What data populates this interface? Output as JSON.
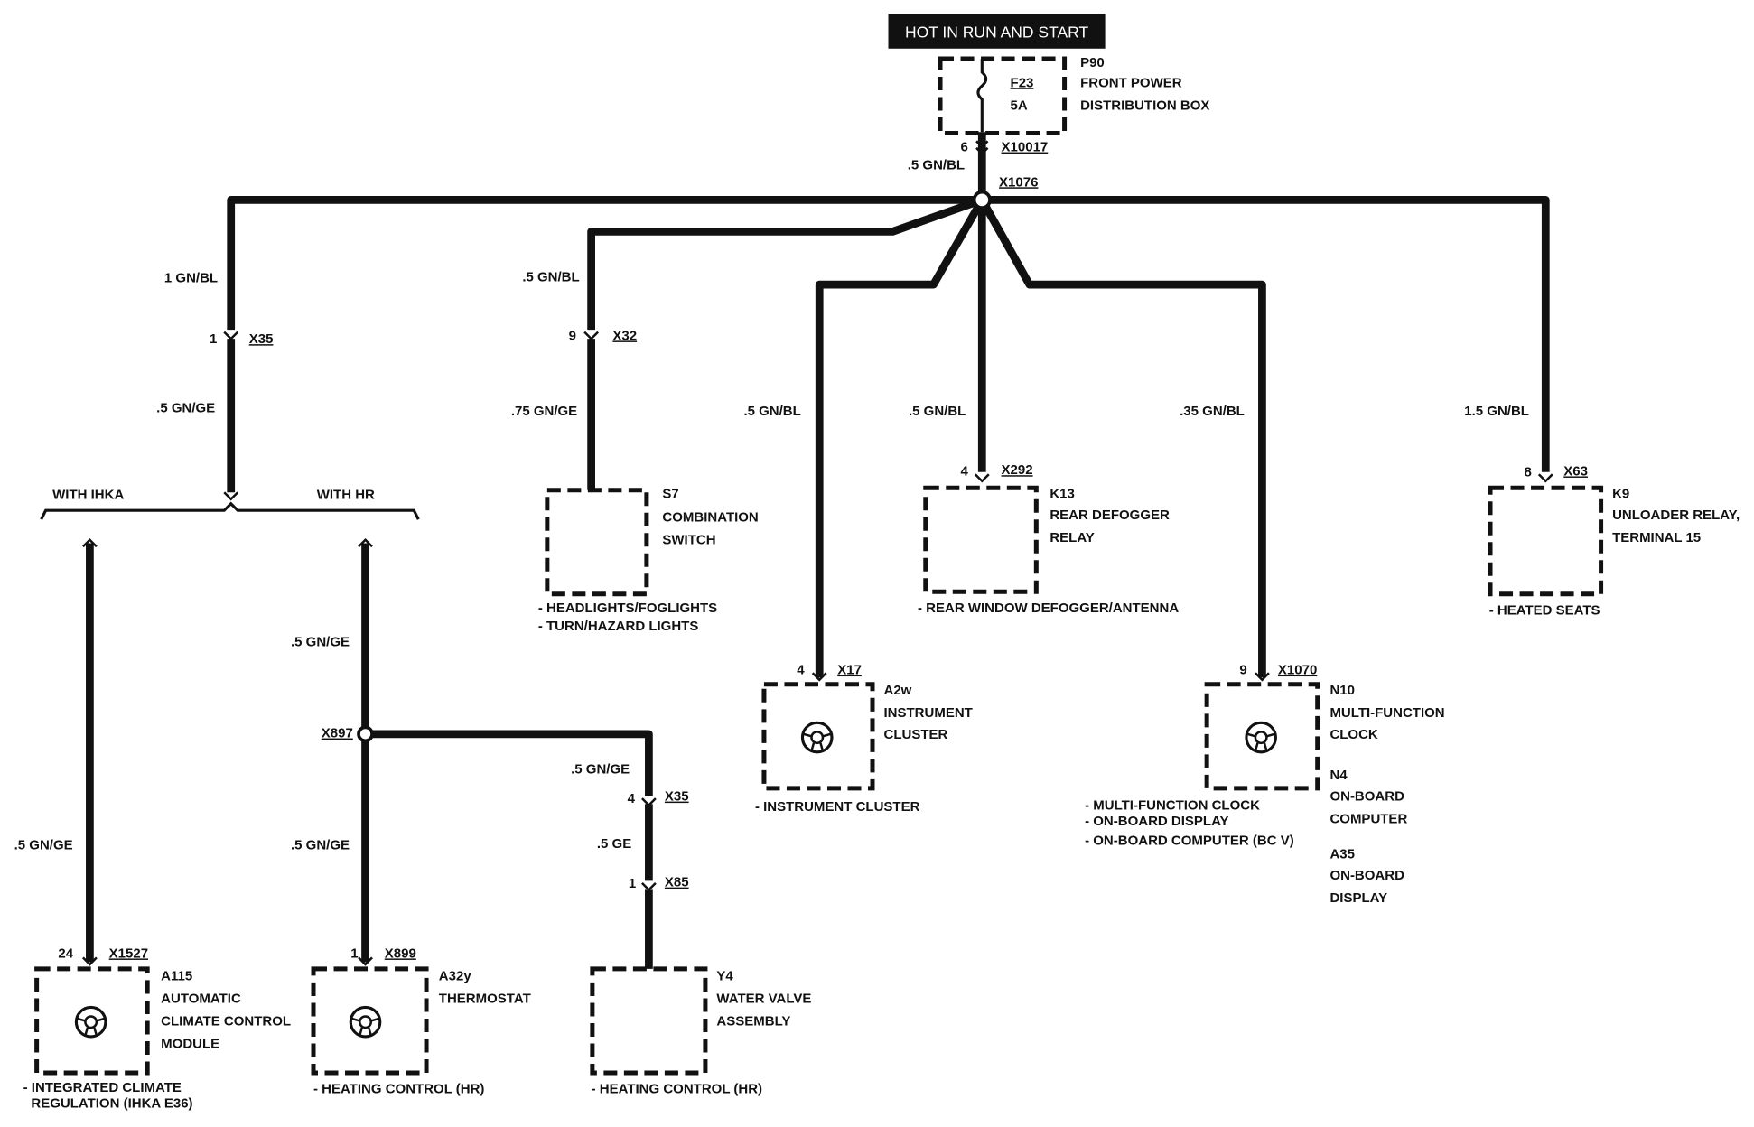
{
  "header": "HOT IN RUN AND START",
  "fuse": {
    "id": "F23",
    "rating": "5A"
  },
  "pdb": {
    "id": "P90",
    "lines": [
      "FRONT POWER",
      "DISTRIBUTION BOX"
    ]
  },
  "top_connector": {
    "pin": "6",
    "name": "X10017"
  },
  "feed_wire": ".5 GN/BL",
  "splice": "X1076",
  "left_branch": {
    "wire_upper": "1 GN/BL",
    "pin": "1",
    "connector": "X35",
    "wire_lower": ".5 GN/GE",
    "option_left": "WITH IHKA",
    "option_right": "WITH HR"
  },
  "ihka_wire": ".5 GN/GE",
  "hr_wire_upper": ".5 GN/GE",
  "hr_wire_lower": ".5 GN/GE",
  "x897": "X897",
  "y4_branch": {
    "wire1": ".5 GN/GE",
    "pin1": "4",
    "conn1": "X35",
    "wire2": ".5 GE",
    "pin2": "1",
    "conn2": "X85"
  },
  "s7_branch": {
    "wire_upper": ".5 GN/BL",
    "pin": "9",
    "connector": "X32",
    "wire_lower": ".75 GN/GE"
  },
  "a2w_wire": ".5 GN/BL",
  "k13_wire": ".5 GN/BL",
  "n10_wire": ".35 GN/BL",
  "k9_wire": "1.5 GN/BL",
  "components": {
    "a115": {
      "pin": "24",
      "conn": "X1527",
      "id": "A115",
      "lines": [
        "AUTOMATIC",
        "CLIMATE CONTROL",
        "MODULE"
      ],
      "desc": [
        "- INTEGRATED CLIMATE",
        "REGULATION (IHKA E36)"
      ]
    },
    "a32y": {
      "pin": "1",
      "conn": "X899",
      "id": "A32y",
      "lines": [
        "THERMOSTAT"
      ],
      "desc": [
        "- HEATING CONTROL (HR)"
      ]
    },
    "y4": {
      "id": "Y4",
      "lines": [
        "WATER VALVE",
        "ASSEMBLY"
      ],
      "desc": [
        "- HEATING CONTROL (HR)"
      ]
    },
    "s7": {
      "id": "S7",
      "lines": [
        "COMBINATION",
        "SWITCH"
      ],
      "desc": [
        "- HEADLIGHTS/FOGLIGHTS",
        "- TURN/HAZARD LIGHTS"
      ]
    },
    "a2w": {
      "pin": "4",
      "conn": "X17",
      "id": "A2w",
      "lines": [
        "INSTRUMENT",
        "CLUSTER"
      ],
      "desc": [
        "- INSTRUMENT CLUSTER"
      ]
    },
    "k13": {
      "pin": "4",
      "conn": "X292",
      "id": "K13",
      "lines": [
        "REAR DEFOGGER",
        "RELAY"
      ],
      "desc": [
        "- REAR WINDOW DEFOGGER/ANTENNA"
      ]
    },
    "n10": {
      "pin": "9",
      "conn": "X1070",
      "id": "N10",
      "lines": [
        "MULTI-FUNCTION",
        "CLOCK"
      ],
      "desc": [
        "- MULTI-FUNCTION CLOCK",
        "- ON-BOARD DISPLAY",
        "- ON-BOARD COMPUTER (BC V)"
      ]
    },
    "n4": {
      "id": "N4",
      "lines": [
        "ON-BOARD",
        "COMPUTER"
      ]
    },
    "a35": {
      "id": "A35",
      "lines": [
        "ON-BOARD",
        "DISPLAY"
      ]
    },
    "k9": {
      "pin": "8",
      "conn": "X63",
      "id": "K9",
      "lines": [
        "UNLOADER RELAY,",
        "TERMINAL 15"
      ],
      "desc": [
        "- HEATED SEATS"
      ]
    }
  }
}
